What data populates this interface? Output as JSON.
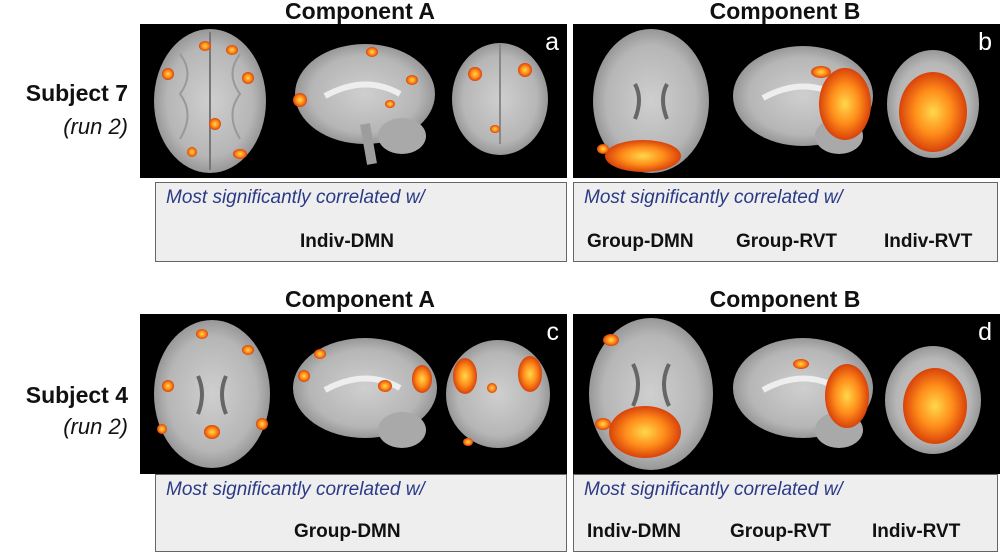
{
  "rows": [
    {
      "subject": "Subject 7",
      "run": "(run 2)",
      "panels": [
        {
          "title": "Component A",
          "letter": "a",
          "corr_header": "Most significantly correlated w/",
          "correlates": [
            "Indiv-DMN"
          ]
        },
        {
          "title": "Component B",
          "letter": "b",
          "corr_header": "Most significantly correlated w/",
          "correlates": [
            "Group-DMN",
            "Group-RVT",
            "Indiv-RVT"
          ]
        }
      ]
    },
    {
      "subject": "Subject 4",
      "run": "(run 2)",
      "panels": [
        {
          "title": "Component A",
          "letter": "c",
          "corr_header": "Most significantly correlated w/",
          "correlates": [
            "Group-DMN"
          ]
        },
        {
          "title": "Component B",
          "letter": "d",
          "corr_header": "Most significantly correlated w/",
          "correlates": [
            "Indiv-DMN",
            "Group-RVT",
            "Indiv-RVT"
          ]
        }
      ]
    }
  ],
  "colors": {
    "panel_bg": "#000000",
    "box_bg": "#eeeeee",
    "header_text": "#2b3a86",
    "activation": "#ff8c1a"
  }
}
